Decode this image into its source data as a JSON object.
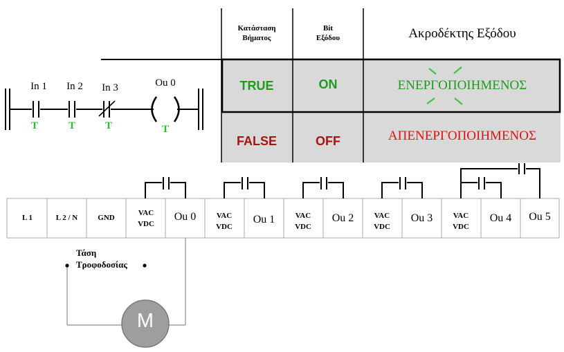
{
  "table": {
    "headers": {
      "step_state": [
        "Κατάσταση",
        "Βήματος"
      ],
      "output_bit": [
        "Bit",
        "Εξόδου"
      ],
      "output_terminal": "Ακροδέκτης Εξόδου"
    },
    "rows": [
      {
        "step_state": "TRUE",
        "output_bit": "ON",
        "output_terminal": "ΕΝΕΡΓΟΠΟΙΗΜΕΝΟΣ",
        "state_color": "#1f9a1f",
        "terminal_color": "#1f9a1f"
      },
      {
        "step_state": "FALSE",
        "output_bit": "OFF",
        "output_terminal": "ΑΠΕΝΕΡΓΟΠΟΙΗΜΕΝΟΣ",
        "state_color": "#a31515",
        "terminal_color": "#e01010"
      }
    ]
  },
  "ladder": {
    "inputs": [
      {
        "label": "In 1",
        "state": "T",
        "type": "no"
      },
      {
        "label": "In 2",
        "state": "T",
        "type": "no"
      },
      {
        "label": "In 3",
        "state": "T",
        "type": "nc"
      }
    ],
    "coil": {
      "label": "Ou 0",
      "state": "T"
    }
  },
  "terminal_block": {
    "cells": [
      "L 1",
      "L 2 / N",
      "GND",
      "VAC VDC",
      "Ou 0",
      "VAC VDC",
      "Ou 1",
      "VAC VDC",
      "Ou 2",
      "VAC VDC",
      "Ou 3",
      "VAC VDC",
      "Ou 4",
      "Ou 5"
    ]
  },
  "supply": {
    "lines": [
      "Τάση",
      "Τροφοδοσίας"
    ]
  },
  "motor": {
    "label": "M"
  },
  "colors": {
    "true_state": "#2db82d",
    "table_bg": "#d9d9d9",
    "motor_fill": "#9e9e9e",
    "terminal_stroke": "#a8a8a8",
    "wire": "#8c8c8c",
    "glow": "#3ec43e"
  }
}
